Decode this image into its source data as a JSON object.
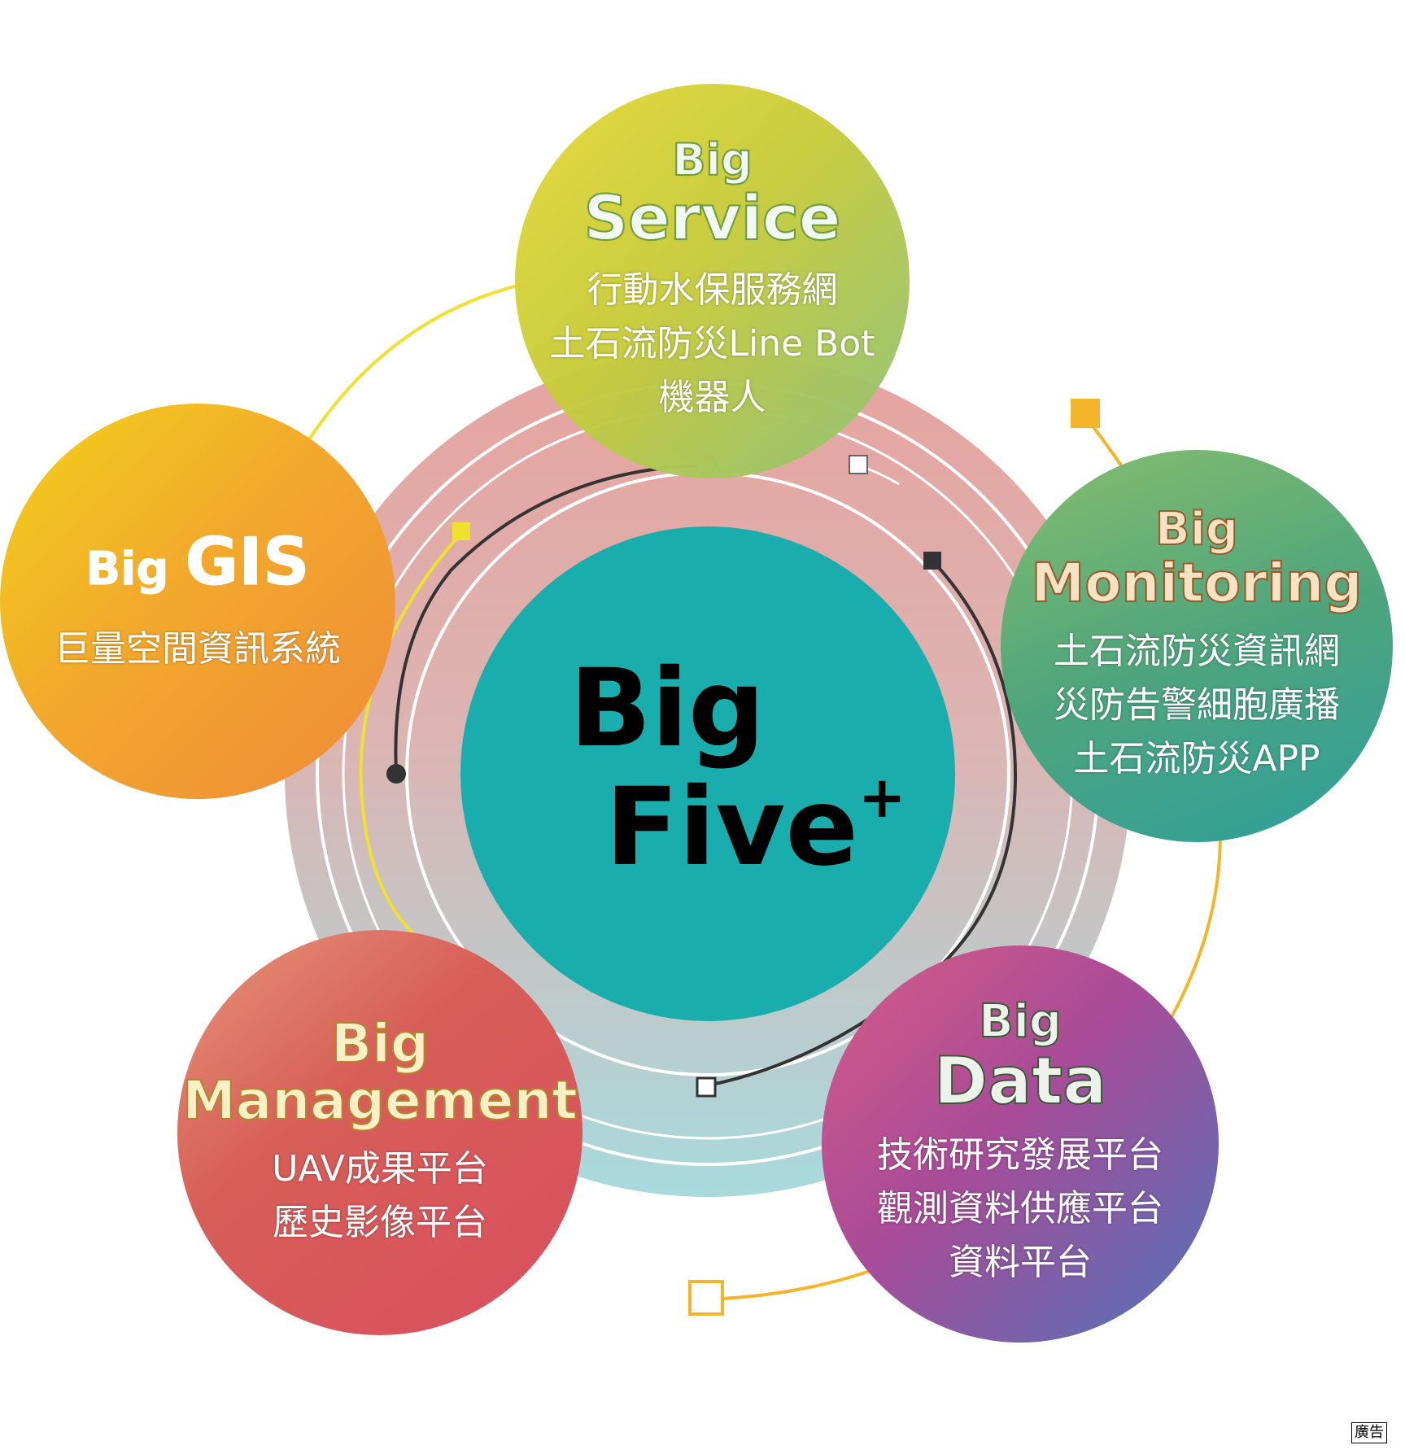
{
  "center": {
    "line1": "Big",
    "line2": "Five",
    "superscript": "+"
  },
  "nodes": [
    {
      "id": "service",
      "prefix": "Big",
      "name": "Service",
      "items": [
        "行動水保服務網",
        "土石流防災Line Bot",
        "機器人"
      ]
    },
    {
      "id": "gis",
      "prefix": "Big",
      "name": "GIS",
      "items": [
        "巨量空間資訊系統"
      ]
    },
    {
      "id": "monitoring",
      "prefix": "Big",
      "name": "Monitoring",
      "items": [
        "土石流防災資訊網",
        "災防告警細胞廣播",
        "土石流防災APP"
      ]
    },
    {
      "id": "management",
      "prefix": "Big",
      "name": "Management",
      "items": [
        "UAV成果平台",
        "歷史影像平台"
      ]
    },
    {
      "id": "data",
      "prefix": "Big",
      "name": "Data",
      "items": [
        "技術研究發展平台",
        "觀測資料供應平台",
        "資料平台"
      ]
    }
  ],
  "ad_label": "廣告",
  "colors": {
    "center": "#1aadad",
    "service": "#c8cc3a",
    "gis": "#f2a92c",
    "monitoring": "#4fa57c",
    "management": "#d75e57",
    "data": "#a94b98",
    "connector_yellow": "#f0e030",
    "connector_orange": "#f5b52a",
    "connector_dark": "#333333"
  }
}
